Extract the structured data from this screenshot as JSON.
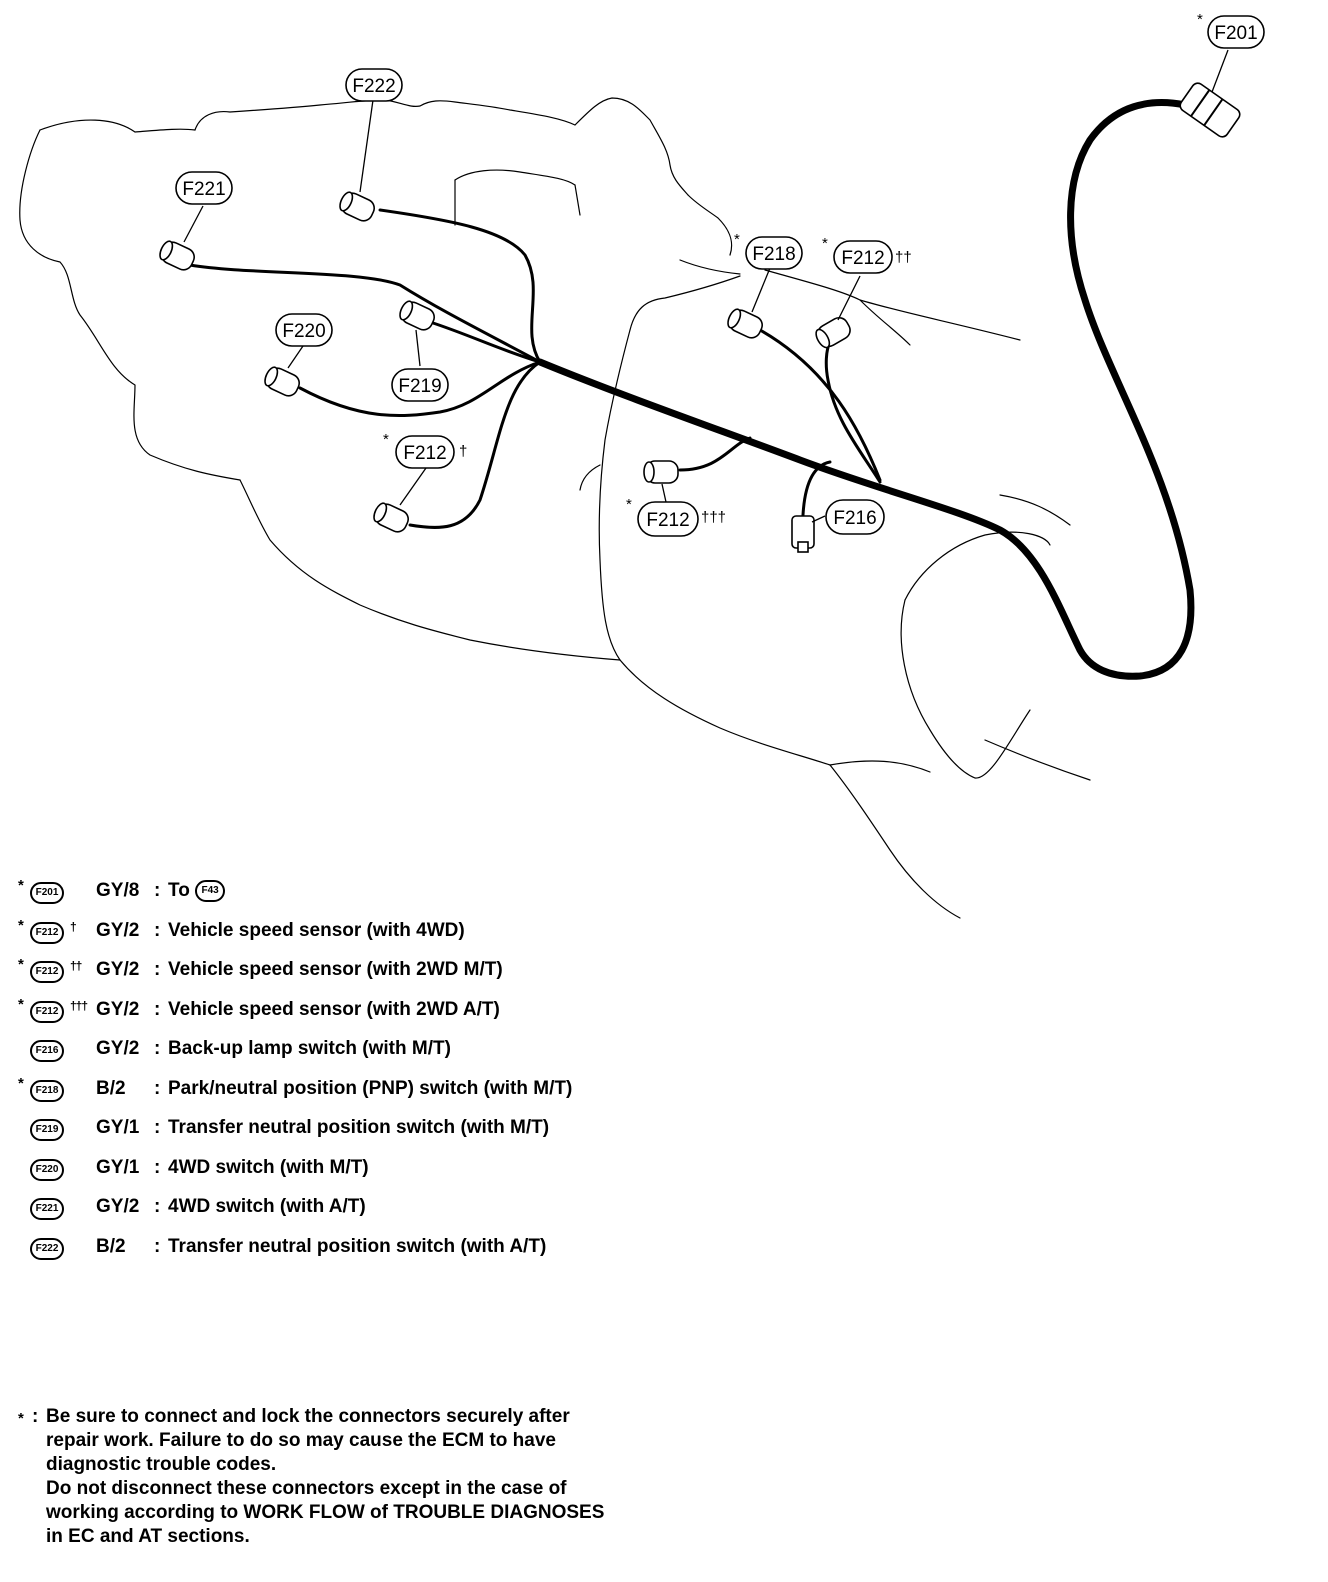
{
  "callouts": {
    "f201": {
      "label": "F201",
      "mark": "*",
      "suffix": ""
    },
    "f222": {
      "label": "F222",
      "mark": "",
      "suffix": ""
    },
    "f221": {
      "label": "F221",
      "mark": "",
      "suffix": ""
    },
    "f220": {
      "label": "F220",
      "mark": "",
      "suffix": ""
    },
    "f219": {
      "label": "F219",
      "mark": "",
      "suffix": ""
    },
    "f212_4wd": {
      "label": "F212",
      "mark": "*",
      "suffix": "†"
    },
    "f218": {
      "label": "F218",
      "mark": "*",
      "suffix": ""
    },
    "f212_2wd_mt": {
      "label": "F212",
      "mark": "*",
      "suffix": "††"
    },
    "f212_2wd_at": {
      "label": "F212",
      "mark": "*",
      "suffix": "†††"
    },
    "f216": {
      "label": "F216",
      "mark": "",
      "suffix": ""
    }
  },
  "legend": [
    {
      "mark": "*",
      "badge": "F201",
      "dagger": "",
      "code": "GY/8",
      "colon": ":",
      "desc": "To",
      "to_badge": "F43"
    },
    {
      "mark": "*",
      "badge": "F212",
      "dagger": "†",
      "code": "GY/2",
      "colon": ":",
      "desc": "Vehicle speed sensor (with 4WD)"
    },
    {
      "mark": "*",
      "badge": "F212",
      "dagger": "††",
      "code": "GY/2",
      "colon": ":",
      "desc": "Vehicle speed sensor (with 2WD M/T)"
    },
    {
      "mark": "*",
      "badge": "F212",
      "dagger": "†††",
      "code": "GY/2",
      "colon": ":",
      "desc": "Vehicle speed sensor (with 2WD A/T)"
    },
    {
      "mark": "",
      "badge": "F216",
      "dagger": "",
      "code": "GY/2",
      "colon": ":",
      "desc": "Back-up lamp switch (with M/T)"
    },
    {
      "mark": "*",
      "badge": "F218",
      "dagger": "",
      "code": "B/2",
      "colon": ":",
      "desc": "Park/neutral position (PNP) switch (with M/T)"
    },
    {
      "mark": "",
      "badge": "F219",
      "dagger": "",
      "code": "GY/1",
      "colon": ":",
      "desc": "Transfer neutral position switch (with M/T)"
    },
    {
      "mark": "",
      "badge": "F220",
      "dagger": "",
      "code": "GY/1",
      "colon": ":",
      "desc": "4WD switch (with M/T)"
    },
    {
      "mark": "",
      "badge": "F221",
      "dagger": "",
      "code": "GY/2",
      "colon": ":",
      "desc": "4WD switch (with A/T)"
    },
    {
      "mark": "",
      "badge": "F222",
      "dagger": "",
      "code": "B/2",
      "colon": ":",
      "desc": "Transfer neutral position switch (with A/T)"
    }
  ],
  "note": {
    "mark": "*",
    "colon": ":",
    "lines": [
      "Be sure to connect and lock the connectors securely after",
      "repair work. Failure to do so may cause the ECM to have",
      "diagnostic trouble codes.",
      "Do not disconnect these connectors except in the case of",
      "working according to WORK FLOW of TROUBLE DIAGNOSES",
      "in EC and AT sections."
    ]
  }
}
